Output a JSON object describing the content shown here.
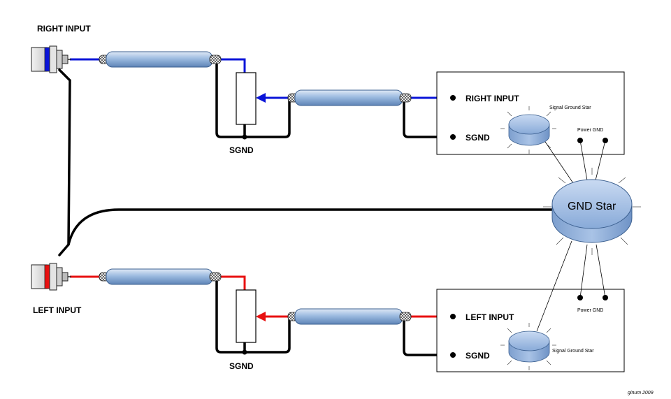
{
  "labels": {
    "right_input_jack": "RIGHT INPUT",
    "left_input_jack": "LEFT INPUT",
    "sgnd_top": "SGND",
    "sgnd_bottom": "SGND",
    "right_input_terminal": "RIGHT INPUT",
    "sgnd_terminal_top": "SGND",
    "left_input_terminal": "LEFT INPUT",
    "sgnd_terminal_bottom": "SGND",
    "signal_ground_star_top": "Signal Ground Star",
    "signal_ground_star_bottom": "Signal Ground Star",
    "power_gnd_top": "Power GND",
    "power_gnd_bottom": "Power GND",
    "gnd_star": "GND Star",
    "credit": "ginum 2009"
  },
  "colors": {
    "right_signal": "#0a14d8",
    "left_signal": "#e81010",
    "ground_wire": "#000000",
    "cable_body": "#8fb0d8",
    "star_fill": "#9bb8e0"
  }
}
